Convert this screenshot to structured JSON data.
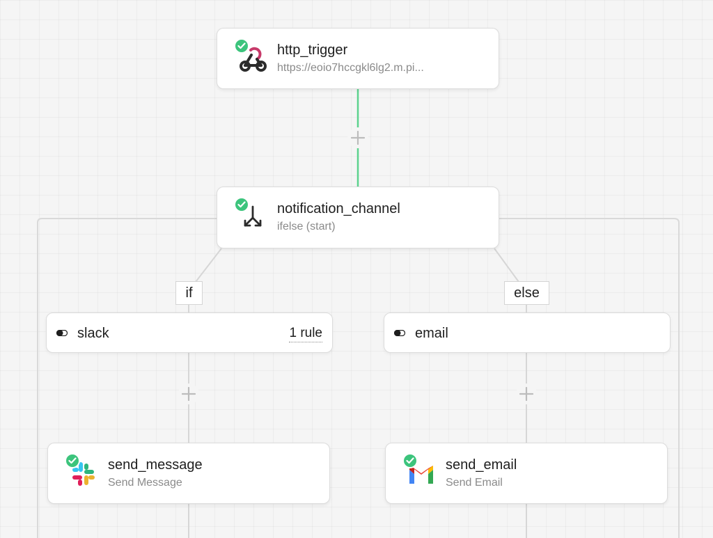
{
  "workflow": {
    "trigger": {
      "title": "http_trigger",
      "subtitle": "https://eoio7hccgkl6lg2.m.pi...",
      "icon": "webhook-icon",
      "status": "success"
    },
    "router": {
      "title": "notification_channel",
      "subtitle": "ifelse (start)",
      "icon": "branch-split-icon",
      "status": "success"
    },
    "branches": {
      "if": {
        "label": "if",
        "name": "slack",
        "rule_count": "1 rule",
        "step": {
          "title": "send_message",
          "subtitle": "Send Message",
          "icon": "slack-icon",
          "status": "success"
        }
      },
      "else": {
        "label": "else",
        "name": "email",
        "step": {
          "title": "send_email",
          "subtitle": "Send Email",
          "icon": "gmail-icon",
          "status": "success"
        }
      }
    }
  },
  "colors": {
    "success": "#3cc47c",
    "active_edge": "#5cd38e",
    "edge": "#d6d6d6",
    "slack_blue": "#36c5f0",
    "slack_green": "#2eb67d",
    "slack_yellow": "#ecb22e",
    "slack_red": "#e01e5a",
    "gmail_blue": "#4285f4",
    "gmail_green": "#34a853",
    "gmail_yellow": "#fbbc04",
    "gmail_red": "#ea4335"
  }
}
